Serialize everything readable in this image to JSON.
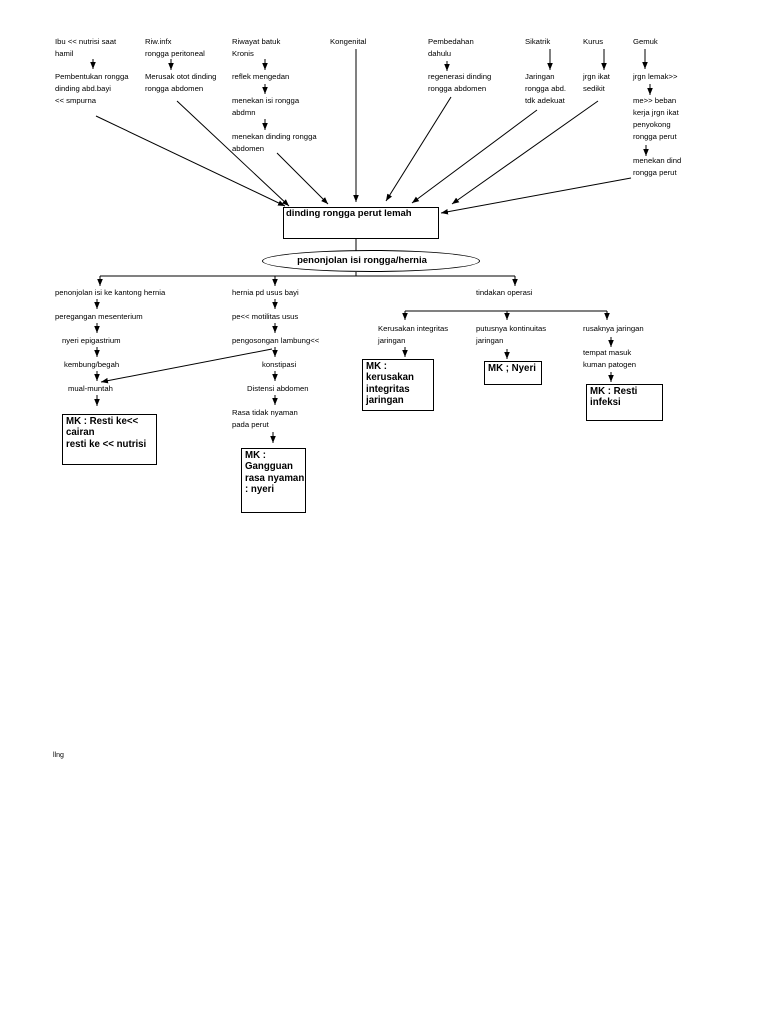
{
  "causes": {
    "ibu": {
      "label": "Ibu << nutrisi saat\nhamil",
      "effect": "Pembentukan rongga\ndinding abd.bayi\n<< smpurna"
    },
    "riw_infx": {
      "label": "Riw.infx\nrongga peritoneal",
      "effect": "Merusak otot dinding\nrongga abdomen"
    },
    "batuk": {
      "label": "Riwayat batuk\nKronis",
      "effect_1": "reflek mengedan",
      "effect_2": "menekan isi rongga\nabdmn",
      "effect_3": "menekan dinding rongga\nabdomen"
    },
    "kongenital": {
      "label": "Kongenital"
    },
    "pembedahan": {
      "label": "Pembedahan\ndahulu",
      "effect": "regenerasi dinding\nrongga abdomen"
    },
    "sikatrik": {
      "label": "Sikatrik",
      "effect": "Jaringan\nrongga abd.\ntdk adekuat"
    },
    "kurus": {
      "label": "Kurus",
      "effect": "jrgn ikat\nsedikit"
    },
    "gemuk": {
      "label": "Gemuk",
      "effect_1": "jrgn lemak>>",
      "effect_2": "me>> beban\nkerja jrgn ikat\npenyokong\nrongga perut",
      "effect_3": "menekan dind\nrongga perut"
    }
  },
  "central_box": "dinding rongga perut lemah",
  "hernia_ellipse": "penonjolan isi rongga/hernia",
  "branch_left": {
    "steps": [
      "penonjolan isi ke kantong hernia",
      "peregangan mesenterium",
      "nyeri epigastrium",
      "kembung/begah",
      "mual-muntah"
    ],
    "diagnosis": "MK : Resti ke<<\ncairan\nresti ke << nutrisi"
  },
  "branch_middle": {
    "steps": [
      "hernia pd usus bayi",
      "pe<< motilitas usus",
      "pengosongan lambung<<",
      "konstipasi",
      "Distensi abdomen",
      "Rasa tidak nyaman\npada perut"
    ],
    "diagnosis": "MK :\nGangguan\nrasa nyaman\n: nyeri"
  },
  "branch_right": {
    "label": "tindakan operasi",
    "sub": [
      {
        "steps": [
          "Kerusakan integritas\njaringan"
        ],
        "diagnosis": "MK :\nkerusakan\nintegritas\njaringan"
      },
      {
        "steps": [
          "putusnya kontinuitas\njaringan"
        ],
        "diagnosis": "MK ; Nyeri"
      },
      {
        "steps": [
          "rusaknya jaringan",
          "tempat masuk\nkuman patogen"
        ],
        "diagnosis": "MK : Resti\ninfeksi"
      }
    ]
  },
  "footer_text": "llng"
}
